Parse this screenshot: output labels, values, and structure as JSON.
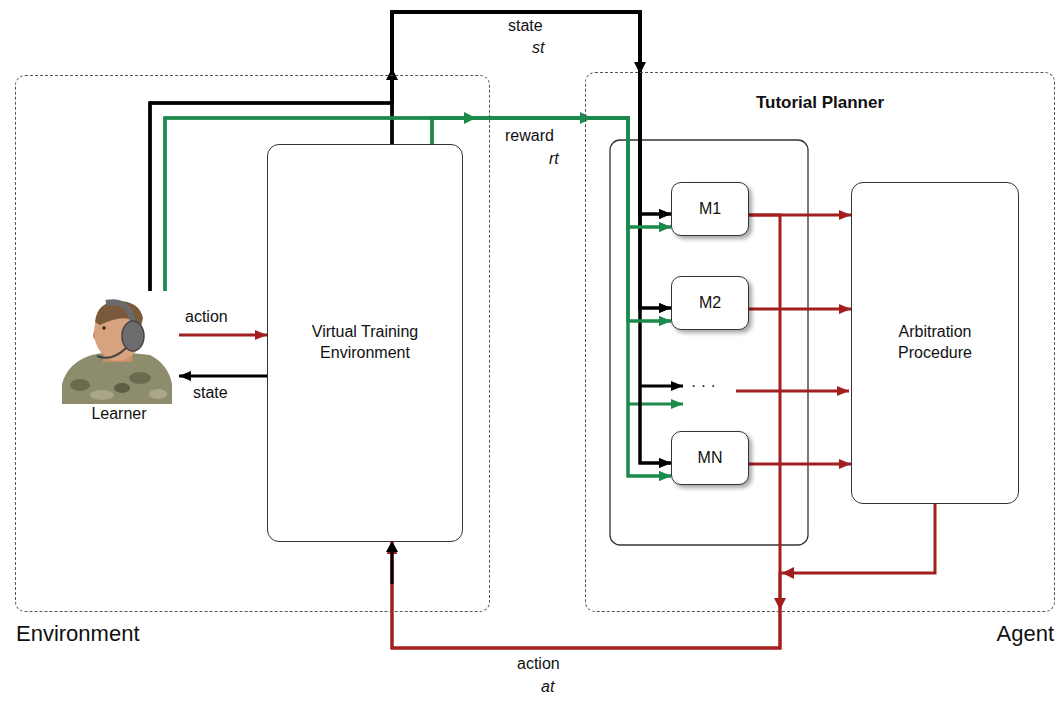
{
  "diagram": {
    "nodes": [
      {
        "text": [
          "Environment"
        ]
      },
      {
        "text": [
          "Learner"
        ],
        "in": 0
      },
      {
        "text": [
          "Virtual Training Environment"
        ],
        "in": 0
      },
      {
        "text": [
          "Tutorial Planner",
          "Agent"
        ]
      },
      {
        "text": [
          "M1"
        ],
        "in": 3
      },
      {
        "text": [
          "M2"
        ],
        "in": 3
      },
      {
        "text": [
          "MN"
        ],
        "in": 3
      },
      {
        "text": [
          "Arbitration Procedure"
        ],
        "in": 3
      }
    ],
    "edges": [
      {
        "from": 1,
        "to": 2,
        "label": "action",
        "arrow": "to"
      },
      {
        "from": 2,
        "to": 1,
        "label": "state",
        "arrow": "to"
      },
      {
        "from": 2,
        "to": 4,
        "label": "state",
        "arrow": "to"
      },
      {
        "from": 2,
        "to": 5,
        "arrow": "to"
      },
      {
        "from": 2,
        "to": 6,
        "arrow": "to"
      },
      {
        "from": 1,
        "to": 4,
        "arrow": "to"
      },
      {
        "from": 1,
        "to": 5,
        "arrow": "to"
      },
      {
        "from": 1,
        "to": 6,
        "arrow": "to"
      },
      {
        "from": 2,
        "to": 4,
        "label": "reward",
        "arrow": "to"
      },
      {
        "from": 2,
        "to": 5,
        "arrow": "to"
      },
      {
        "from": 2,
        "to": 6,
        "arrow": "to"
      },
      {
        "from": 1,
        "to": 4,
        "arrow": "to"
      },
      {
        "from": 1,
        "to": 5,
        "arrow": "to"
      },
      {
        "from": 1,
        "to": 6,
        "arrow": "to"
      },
      {
        "from": 4,
        "to": 7,
        "arrow": "to"
      },
      {
        "from": 5,
        "to": 7,
        "arrow": "to"
      },
      {
        "from": 6,
        "to": 7,
        "arrow": "to"
      },
      {
        "from": 7,
        "to": 2,
        "label": "action",
        "arrow": "to"
      },
      {
        "from": 4,
        "to": 2,
        "arrow": "to"
      }
    ],
    "labels": [
      "st",
      "rt",
      "· · ·",
      "at"
    ]
  }
}
